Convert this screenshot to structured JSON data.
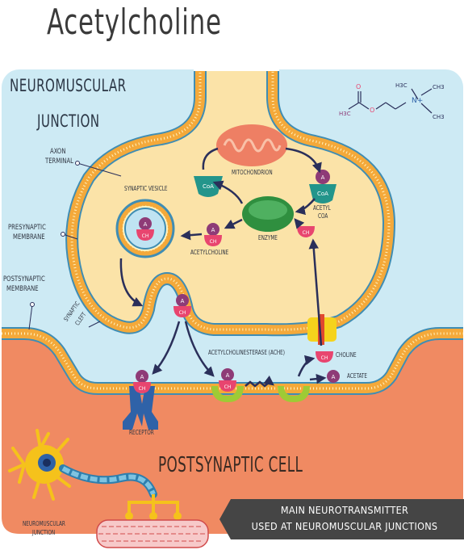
{
  "title": "Acetylcholine",
  "region_labels": {
    "neuromuscular_junction": [
      "Neuromuscular",
      "junction"
    ],
    "postsynaptic_cell": "Postsynaptic cell"
  },
  "labels": {
    "axon_terminal": [
      "Axon",
      "terminal"
    ],
    "presynaptic_membrane": [
      "Presynaptic",
      "membrane"
    ],
    "postsynaptic_membrane": [
      "Postsynaptic",
      "membrane"
    ],
    "synaptic_cleft": [
      "Synaptic",
      "cleft"
    ],
    "synaptic_vesicle": "Synaptic vesicle",
    "mitochondrion": "Mitochondrion",
    "acetyl_coa": [
      "Acetyl",
      "CoA"
    ],
    "enzyme": "Enzyme",
    "acetylcholine": "Acetylcholine",
    "acetylcholinesterase": "Acetylcholinesterase (AChE)",
    "choline": "Choline",
    "acetate": "Acetate",
    "receptor": "Receptor",
    "neuromuscular_small": [
      "Neuromuscular",
      "junction"
    ]
  },
  "molecule_marks": {
    "a": "A",
    "ch": "CH",
    "coa": "CoA"
  },
  "formula": {
    "h3c_left": "H3C",
    "o_top": "O",
    "o_mid": "O",
    "h3c_top": "H3C",
    "n_plus": "N+",
    "ch3_top": "CH3",
    "ch3_bottom": "CH3"
  },
  "banner": {
    "line1": "Main neurotransmitter",
    "line2": "used at neuromuscular junctions"
  },
  "colors": {
    "cleft_fluid": "#cdeaf4",
    "cytoplasm": "#fbe3a8",
    "membrane": "#f4a93a",
    "membrane_edge": "#3f8db4",
    "postsynaptic": "#f08a62",
    "acetyl": "#8e3b77",
    "choline": "#e8456f",
    "coa": "#23958b",
    "enzyme": "#2f8f3f",
    "mitochondrion": "#ee7f64",
    "receptor": "#2f62a8",
    "ache": "#9ecb35",
    "banner": "#454545"
  }
}
